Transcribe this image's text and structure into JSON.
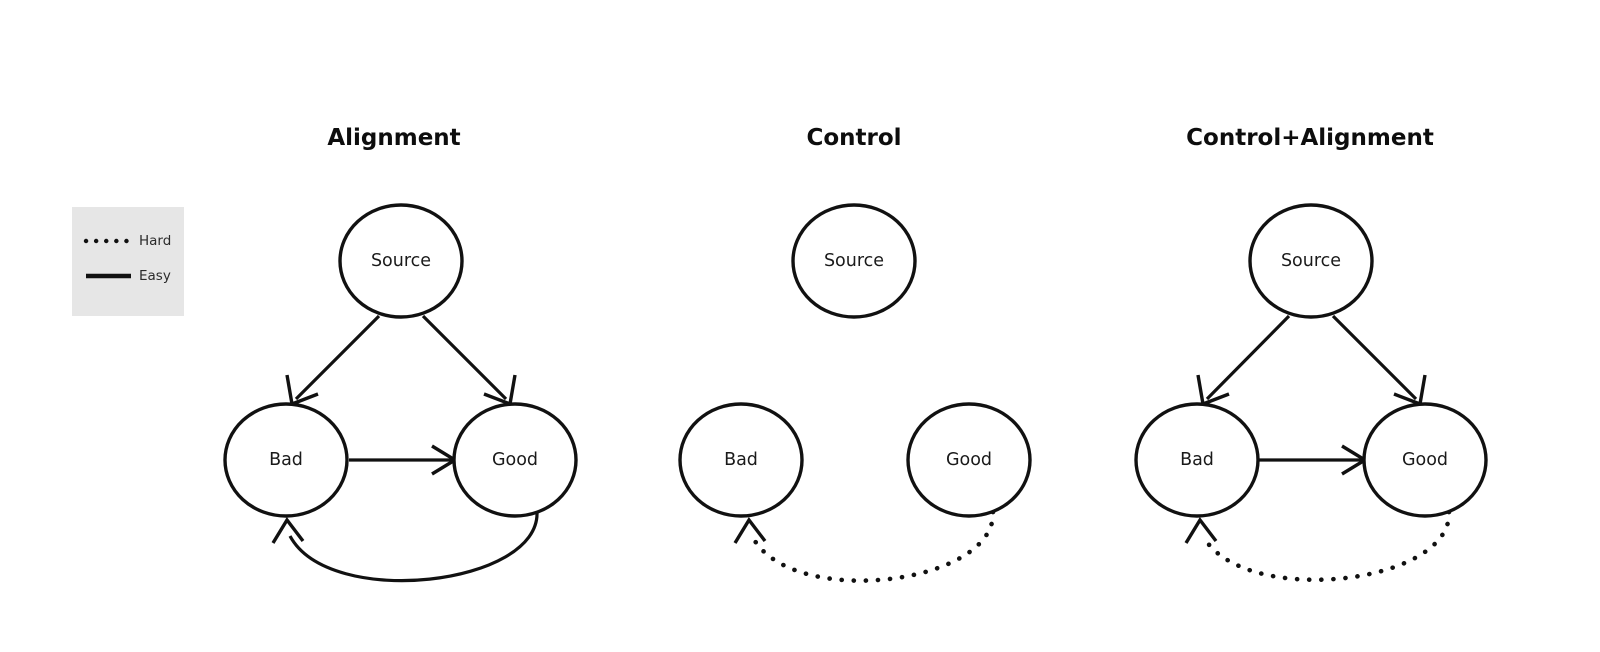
{
  "figure": {
    "background_color": "#ffffff",
    "stroke_color": "#111111",
    "node_fill": "#ffffff",
    "text_color": "#1a1a1a"
  },
  "legend": {
    "box_color": "#e6e6e6",
    "entries": [
      {
        "label": "Hard",
        "style": "dotted"
      },
      {
        "label": "Easy",
        "style": "solid"
      }
    ]
  },
  "panels": [
    {
      "title": "Alignment",
      "nodes": [
        {
          "id": "source",
          "label": "Source"
        },
        {
          "id": "bad",
          "label": "Bad"
        },
        {
          "id": "good",
          "label": "Good"
        }
      ],
      "edges": [
        {
          "from": "source",
          "to": "bad",
          "style": "solid",
          "shape": "straight"
        },
        {
          "from": "source",
          "to": "good",
          "style": "solid",
          "shape": "straight"
        },
        {
          "from": "bad",
          "to": "good",
          "style": "solid",
          "shape": "straight"
        },
        {
          "from": "good",
          "to": "bad",
          "style": "solid",
          "shape": "curved"
        }
      ]
    },
    {
      "title": "Control",
      "nodes": [
        {
          "id": "source",
          "label": "Source"
        },
        {
          "id": "bad",
          "label": "Bad"
        },
        {
          "id": "good",
          "label": "Good"
        }
      ],
      "edges": [
        {
          "from": "good",
          "to": "bad",
          "style": "dotted",
          "shape": "curved"
        }
      ]
    },
    {
      "title": "Control+Alignment",
      "nodes": [
        {
          "id": "source",
          "label": "Source"
        },
        {
          "id": "bad",
          "label": "Bad"
        },
        {
          "id": "good",
          "label": "Good"
        }
      ],
      "edges": [
        {
          "from": "source",
          "to": "bad",
          "style": "solid",
          "shape": "straight"
        },
        {
          "from": "source",
          "to": "good",
          "style": "solid",
          "shape": "straight"
        },
        {
          "from": "bad",
          "to": "good",
          "style": "solid",
          "shape": "straight"
        },
        {
          "from": "good",
          "to": "bad",
          "style": "dotted",
          "shape": "curved"
        }
      ]
    }
  ]
}
